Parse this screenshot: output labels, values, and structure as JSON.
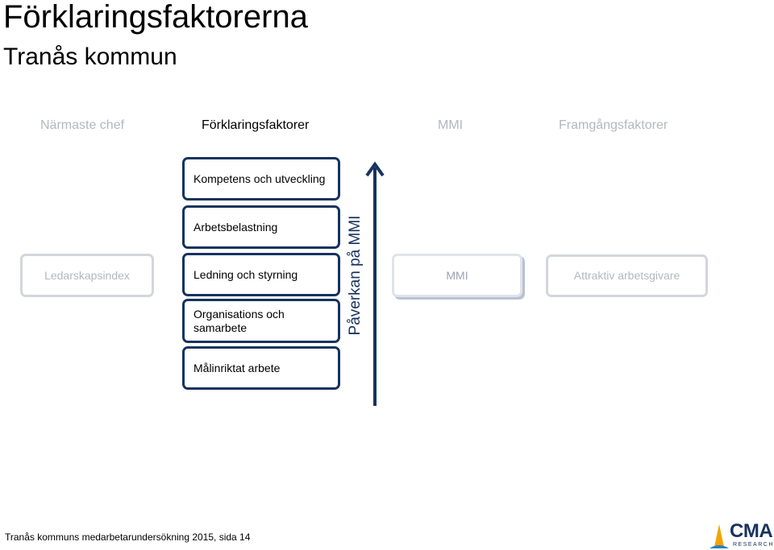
{
  "header": {
    "title": "Förklaringsfaktorerna",
    "subtitle": "Tranås kommun"
  },
  "columns": {
    "col1": "Närmaste chef",
    "col2": "Förklaringsfaktorer",
    "col3": "MMI",
    "col4": "Framgångsfaktorer"
  },
  "left_box": "Ledarskapsindex",
  "factors": [
    "Kompetens och utveckling",
    "Arbetsbelastning",
    "Ledning och styrning",
    "Organisations och samarbete",
    "Målinriktat arbete"
  ],
  "arrow_label": "Påverkan på MMI",
  "mmi_box": "MMI",
  "right_box": "Attraktiv arbetsgivare",
  "footer": "Tranås kommuns medarbetarundersökning 2015, sida 14",
  "logo": {
    "name": "CMA",
    "sub": "RESEARCH"
  },
  "colors": {
    "navy": "#17335e",
    "inactive_text": "#b3b7bf",
    "inactive_border": "#d3d6dc"
  }
}
